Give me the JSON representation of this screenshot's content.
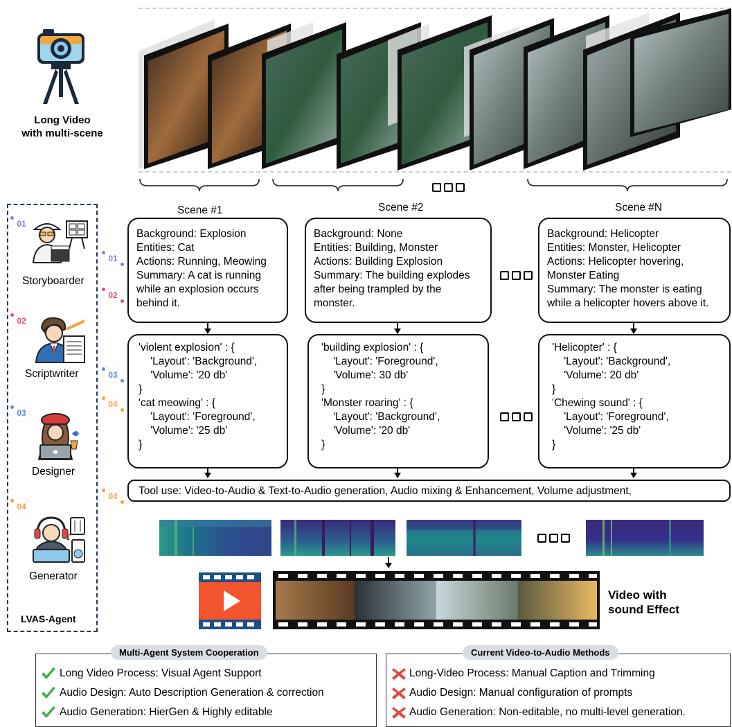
{
  "input": {
    "title_line1": "Long Video",
    "title_line2": "with multi-scene"
  },
  "scenes": [
    {
      "label": "Scene #1",
      "story": [
        "Background: Explosion",
        "Entities: Cat",
        "Actions: Running, Meowing",
        "Summary: A cat is running",
        "while an explosion occurs",
        "behind it."
      ],
      "script": [
        "'violent explosion' : {",
        "    'Layout': 'Background',",
        "    'Volume': '20 db'",
        "}",
        "'cat meowing' : {",
        "    'Layout': 'Foreground',",
        "    'Volume': '25 db'",
        "}"
      ]
    },
    {
      "label": "Scene #2",
      "story": [
        "Background: None",
        "Entities: Building, Monster",
        "Actions: Building Explosion",
        "Summary: The building explodes",
        "after being trampled by the",
        "monster."
      ],
      "script": [
        "'building explosion' : {",
        "    'Layout': 'Foreground',",
        "    'Volume': 30 db'",
        "}",
        "'Monster roaring' : {",
        "    'Layout': 'Background',",
        "    'Volume': '20 db'",
        "}"
      ]
    },
    {
      "label": "Scene #N",
      "story": [
        "Background: Helicopter",
        "Entities: Monster, Helicopter",
        "Actions: Helicopter hovering,",
        "Monster Eating",
        "Summary: The monster is eating",
        "while a helicopter hovers above it."
      ],
      "script": [
        "'Helicopter' : {",
        "    'Layout': 'Background',",
        "    'Volume': 20 db'",
        "}",
        "'Chewing sound' : {",
        "    'Layout': 'Foreground',",
        "    'Volume': '25 db'",
        "}"
      ]
    }
  ],
  "agents": {
    "panel_label": "LVAS-Agent",
    "items": [
      {
        "badge": "01",
        "name": "Storyboarder",
        "color": "#8a7be0"
      },
      {
        "badge": "02",
        "name": "Scriptwriter",
        "color": "#e24b7a"
      },
      {
        "badge": "03",
        "name": "Designer",
        "color": "#5a8fe0"
      },
      {
        "badge": "04",
        "name": "Generator",
        "color": "#f2a33a"
      }
    ]
  },
  "step_badges": [
    "01",
    "02",
    "03",
    "04",
    "04"
  ],
  "tool_use": "Tool use: Video-to-Audio & Text-to-Audio generation, Audio mixing & Enhancement, Volume adjustment,",
  "output": {
    "line1": "Video with",
    "line2": "sound Effect"
  },
  "comparison": {
    "left": {
      "title": "Multi-Agent System Cooperation",
      "rows": [
        "Long Video Process:  Visual Agent Support",
        "Audio Design:  Auto Description Generation  & correction",
        "Audio Generation: HierGen & Highly editable"
      ],
      "mark_color": "#3bb24a"
    },
    "right": {
      "title": "Current Video-to-Audio Methods",
      "rows": [
        "Long-Video Process: Manual Caption and Trimming",
        "Audio Design: Manual configuration of prompts",
        "Audio Generation: Non-editable, no multi-level generation."
      ],
      "mark_color": "#e04848"
    }
  }
}
